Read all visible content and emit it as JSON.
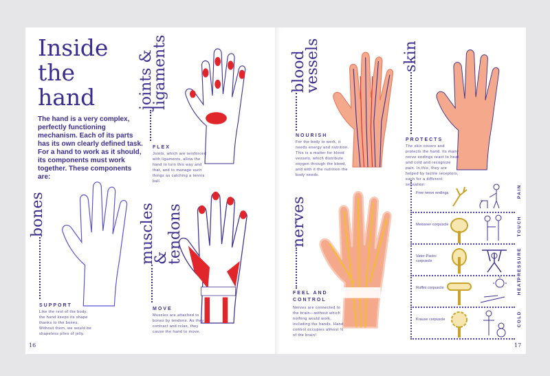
{
  "left_page": {
    "title": [
      "Inside",
      "the",
      "hand"
    ],
    "intro": "The hand is a very complex, perfectly functioning mechanism. Each of its parts has its own clearly defined task. For a hand to work as it should, its components must work together. These components are:",
    "page_number": "16",
    "sections": [
      {
        "label": "joints & ligaments",
        "heading": "FLEX",
        "body": "Joints, which are reinforced with ligaments, allow the hand to turn this way and that, and to manage such things as catching a tennis ball."
      },
      {
        "label": "bones",
        "heading": "SUPPORT",
        "body": "Like the rest of the body, the hand keeps its shape thanks to the bones. Without them, we would be shapeless piles of jelly."
      },
      {
        "label": "muscles & tendons",
        "heading": "MOVE",
        "body": "Muscles are attached to bones by tendons. As they contract and relax, they cause the hand to move."
      }
    ]
  },
  "right_page": {
    "page_number": "17",
    "sections": [
      {
        "label": "blood vessels",
        "heading": "NOURISH",
        "body": "For the body to work, it needs energy and nutrition. This is a matter for blood vessels, which distribute oxygen through the blood, and with it the nutrition the body needs."
      },
      {
        "label": "skin",
        "heading": "PROTECTS",
        "body": "The skin covers and protects the hand. Its many nerve endings react to heat and cold and recognize pain. In this, they are helped by tactile receptors, each for a different sensation:"
      },
      {
        "label": "nerves",
        "heading": "FEEL AND CONTROL",
        "body": "Nerves are connected to the brain—without which nothing would work, including the hands. Hand control occupies almost ⅓ of the brain!"
      }
    ],
    "receptors": [
      {
        "name": "Free nerve endings",
        "sense": "PAIN"
      },
      {
        "name": "Meissner corpuscle",
        "sense": "TOUCH"
      },
      {
        "name": "Vater-Pacini corpuscle",
        "sense": "PRESSURE"
      },
      {
        "name": "Ruffini corpuscle",
        "sense": "HEAT"
      },
      {
        "name": "Krause corpuscle",
        "sense": "COLD"
      }
    ]
  },
  "colors": {
    "ink": "#3b2d8f",
    "muscle": "#e0262a",
    "skin": "#f4a98c",
    "nerve": "#f2c21a"
  }
}
